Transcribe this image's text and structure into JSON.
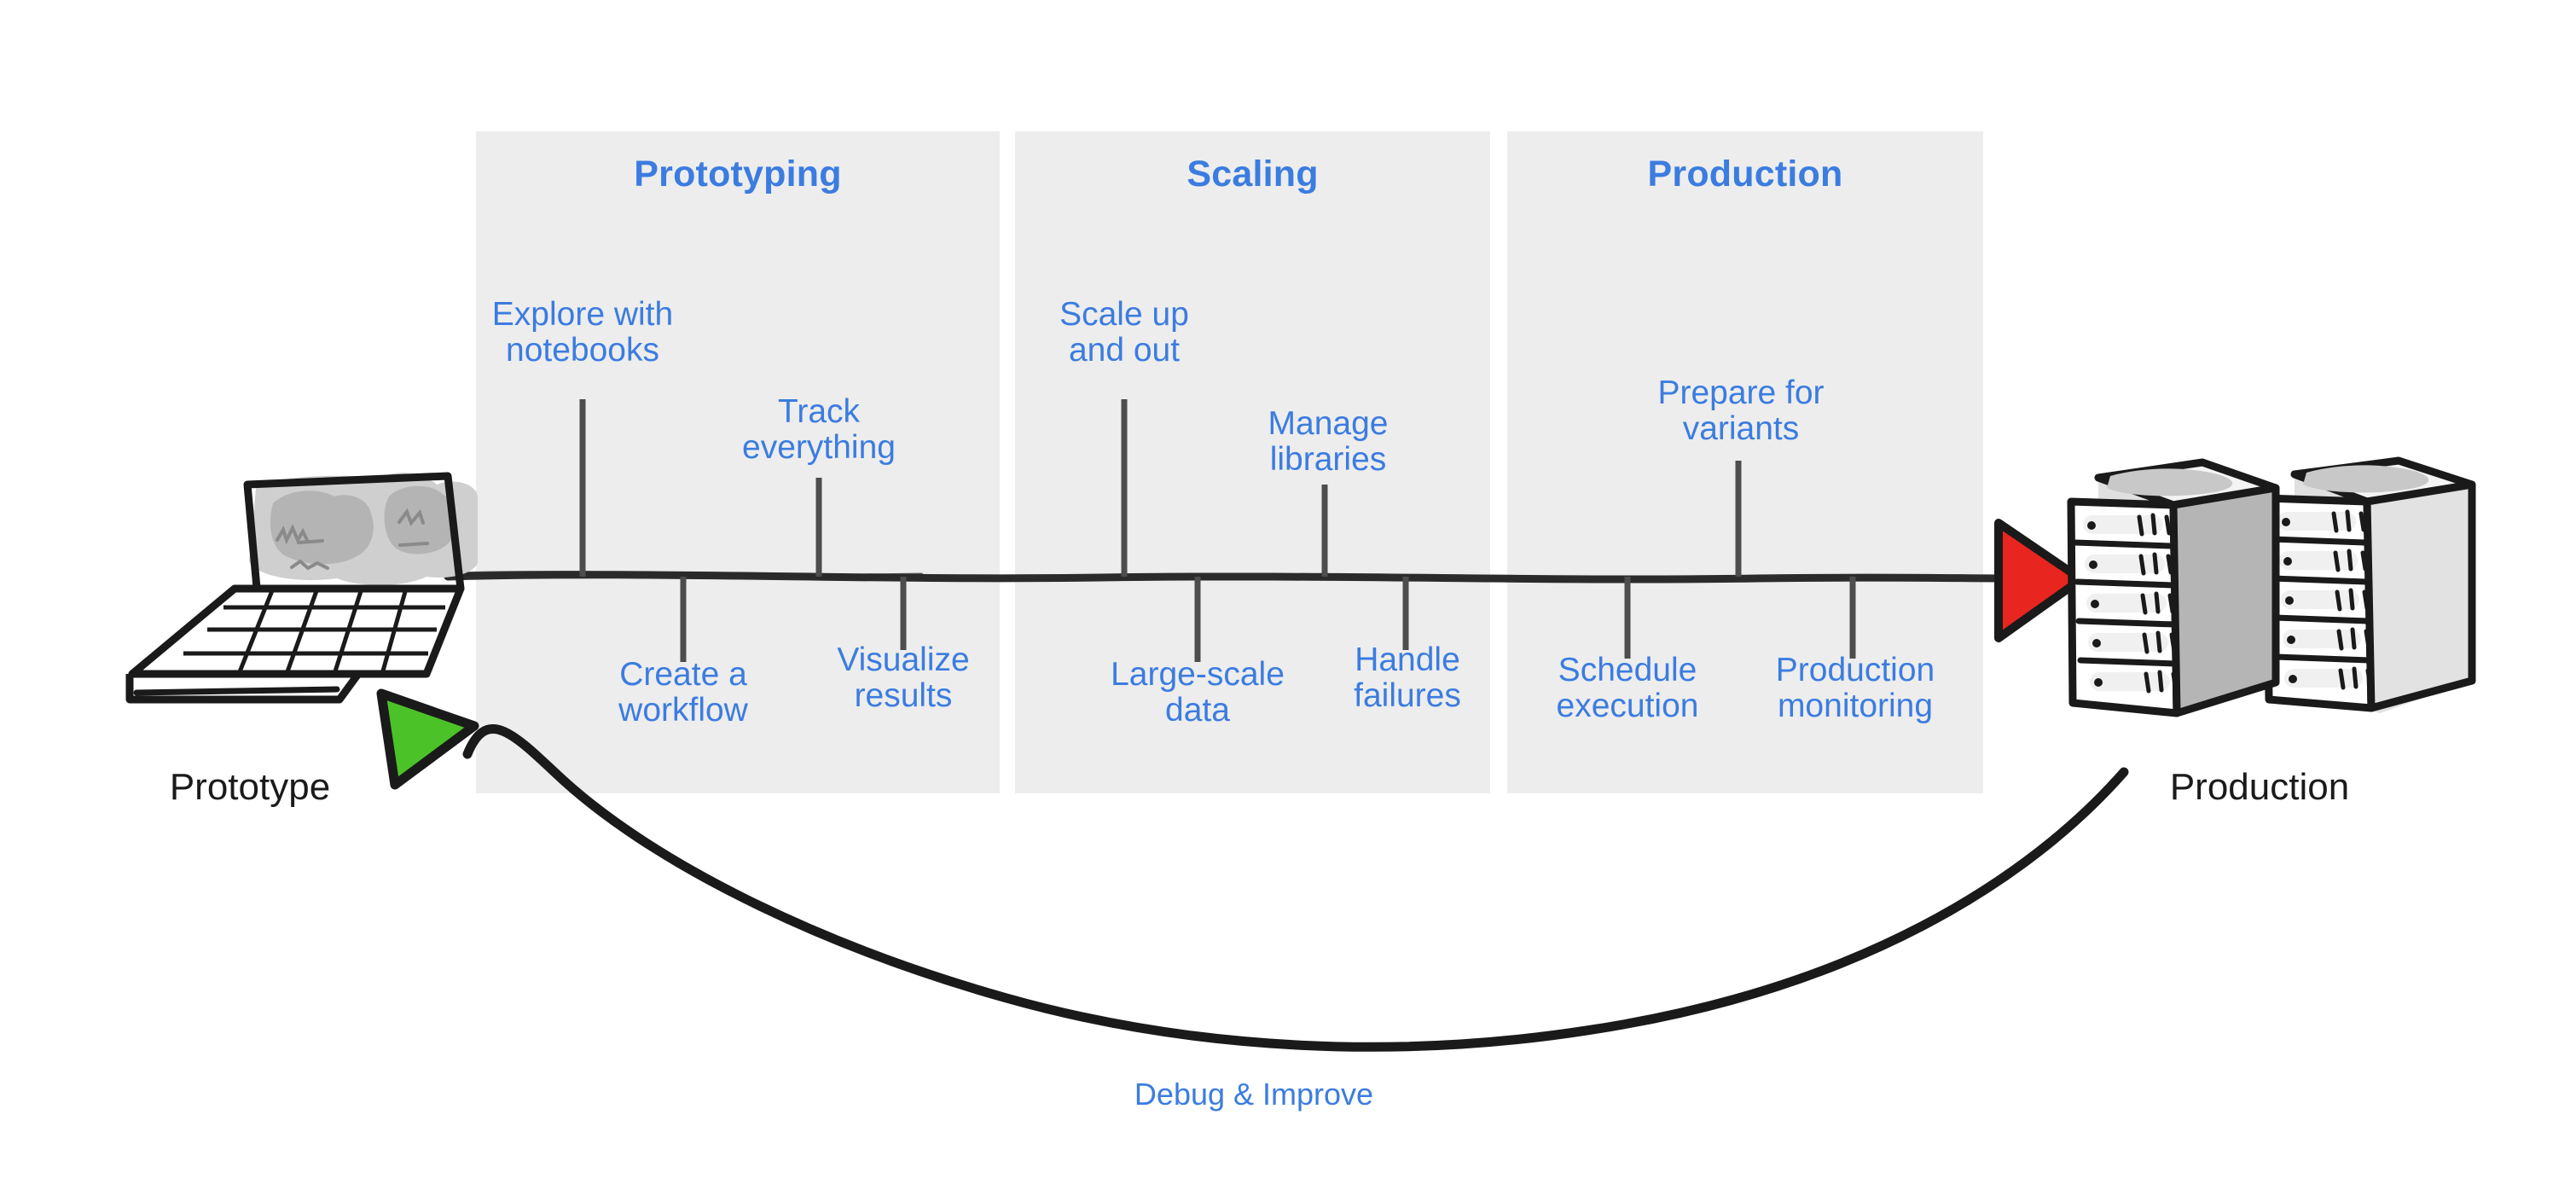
{
  "diagram": {
    "title_visible": false,
    "colors": {
      "accent_blue": "#3b7ce0",
      "panel_grey": "#ededed",
      "ink_black": "#1a1a1a",
      "arrow_red": "#e8251f",
      "arrow_green": "#4cc229",
      "tick_grey": "#4d4d4d",
      "screen_grey": "#c9c9c9",
      "screen_grey_dark": "#b0b0b0"
    }
  },
  "endpoints": {
    "left": {
      "caption": "Prototype",
      "icon": "laptop-icon"
    },
    "right": {
      "caption": "Production",
      "icon": "server-rack-icon"
    }
  },
  "stages": [
    {
      "id": "prototyping",
      "title": "Prototyping",
      "milestones": [
        {
          "label": "Explore with\nnotebooks",
          "side": "above"
        },
        {
          "label": "Create a\nworkflow",
          "side": "below"
        },
        {
          "label": "Track\neverything",
          "side": "above"
        },
        {
          "label": "Visualize\nresults",
          "side": "below"
        }
      ]
    },
    {
      "id": "scaling",
      "title": "Scaling",
      "milestones": [
        {
          "label": "Scale up\nand out",
          "side": "above"
        },
        {
          "label": "Large-scale\ndata",
          "side": "below"
        },
        {
          "label": "Manage\nlibraries",
          "side": "above"
        },
        {
          "label": "Handle\nfailures",
          "side": "below"
        }
      ]
    },
    {
      "id": "production",
      "title": "Production",
      "milestones": [
        {
          "label": "Schedule\nexecution",
          "side": "below"
        },
        {
          "label": "Prepare for\nvariants",
          "side": "above"
        },
        {
          "label": "Production\nmonitoring",
          "side": "below"
        }
      ]
    }
  ],
  "feedback_loop": {
    "caption": "Debug & Improve",
    "direction": "production-to-prototype",
    "arrowhead": "green"
  },
  "main_flow": {
    "direction": "prototype-to-production",
    "arrowhead": "red"
  }
}
